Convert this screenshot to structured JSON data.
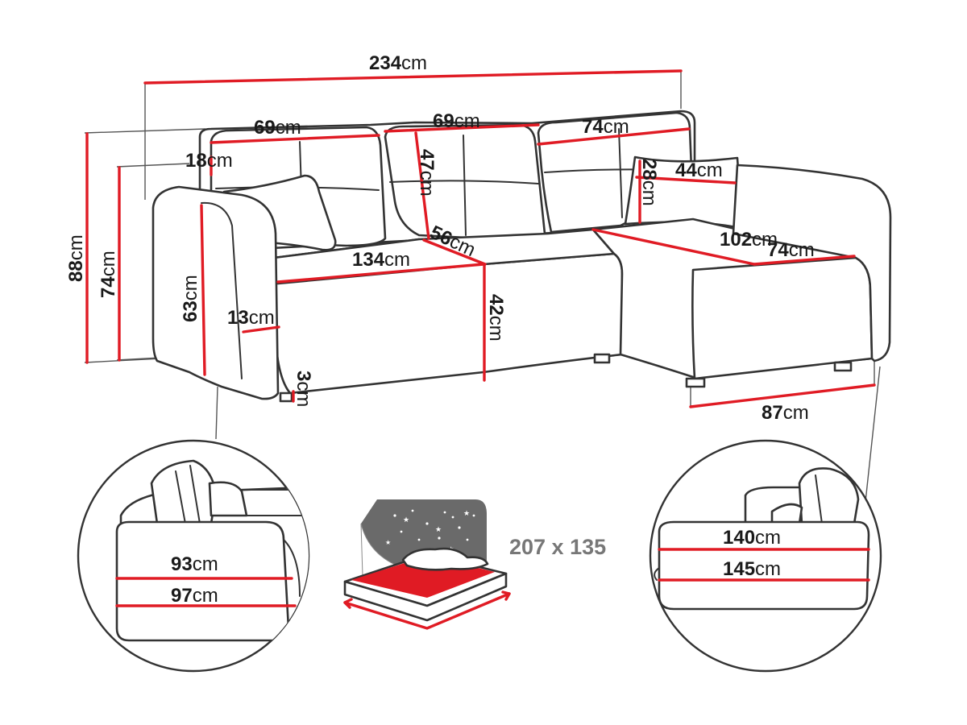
{
  "accent_color": "#e01b24",
  "outline_color": "#333333",
  "unit": "cm",
  "dimensions": {
    "total_width": "234",
    "back_left": "69",
    "back_middle": "69",
    "back_right": "74",
    "back_cushion_depth": "18",
    "back_cushion_height": "47",
    "pillow_width": "44",
    "pillow_height": "28",
    "total_height": "88",
    "back_height": "74",
    "armrest_height": "63",
    "armrest_width": "13",
    "leg_height": "3",
    "seat_depth": "56",
    "seat_width": "134",
    "seat_height": "42",
    "chaise_length": "102",
    "chaise_width": "74",
    "chaise_base": "87",
    "left_inner_depth": "93",
    "left_outer_depth": "97",
    "right_inner_depth": "140",
    "right_outer_depth": "145"
  },
  "bed_size": "207 x 135",
  "icons": [
    "sofa-drawing",
    "magnifier-circle",
    "bed-icon",
    "stars-icon"
  ]
}
